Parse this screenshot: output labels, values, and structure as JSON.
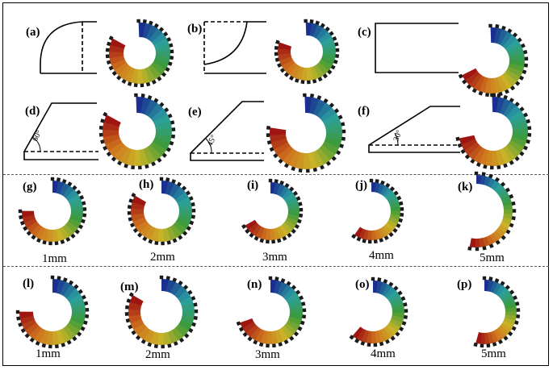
{
  "panels": [
    {
      "id": "a",
      "label": "(a)"
    },
    {
      "id": "b",
      "label": "(b)"
    },
    {
      "id": "c",
      "label": "(c)"
    },
    {
      "id": "d",
      "label": "(d)",
      "angle": "60°"
    },
    {
      "id": "e",
      "label": "(e)",
      "angle": "45°"
    },
    {
      "id": "f",
      "label": "(f)",
      "angle": "30°"
    },
    {
      "id": "g",
      "label": "(g)",
      "size": "1mm"
    },
    {
      "id": "h",
      "label": "(h)",
      "size": "2mm"
    },
    {
      "id": "i",
      "label": "(i)",
      "size": "3mm"
    },
    {
      "id": "j",
      "label": "(j)",
      "size": "4mm"
    },
    {
      "id": "k",
      "label": "(k)",
      "size": "5mm"
    },
    {
      "id": "l",
      "label": "(l)",
      "size": "1mm"
    },
    {
      "id": "m",
      "label": "(m)",
      "size": "2mm"
    },
    {
      "id": "n",
      "label": "(n)",
      "size": "3mm"
    },
    {
      "id": "o",
      "label": "(o)",
      "size": "4mm"
    },
    {
      "id": "p",
      "label": "(p)",
      "size": "5mm"
    }
  ],
  "colors": {
    "blue": "#1a2f8f",
    "cyan": "#2a9fa0",
    "green": "#3d9b3a",
    "yellow": "#c9b428",
    "orange": "#d0741e",
    "red": "#9e1512",
    "tooth": "#1a1a1a"
  }
}
